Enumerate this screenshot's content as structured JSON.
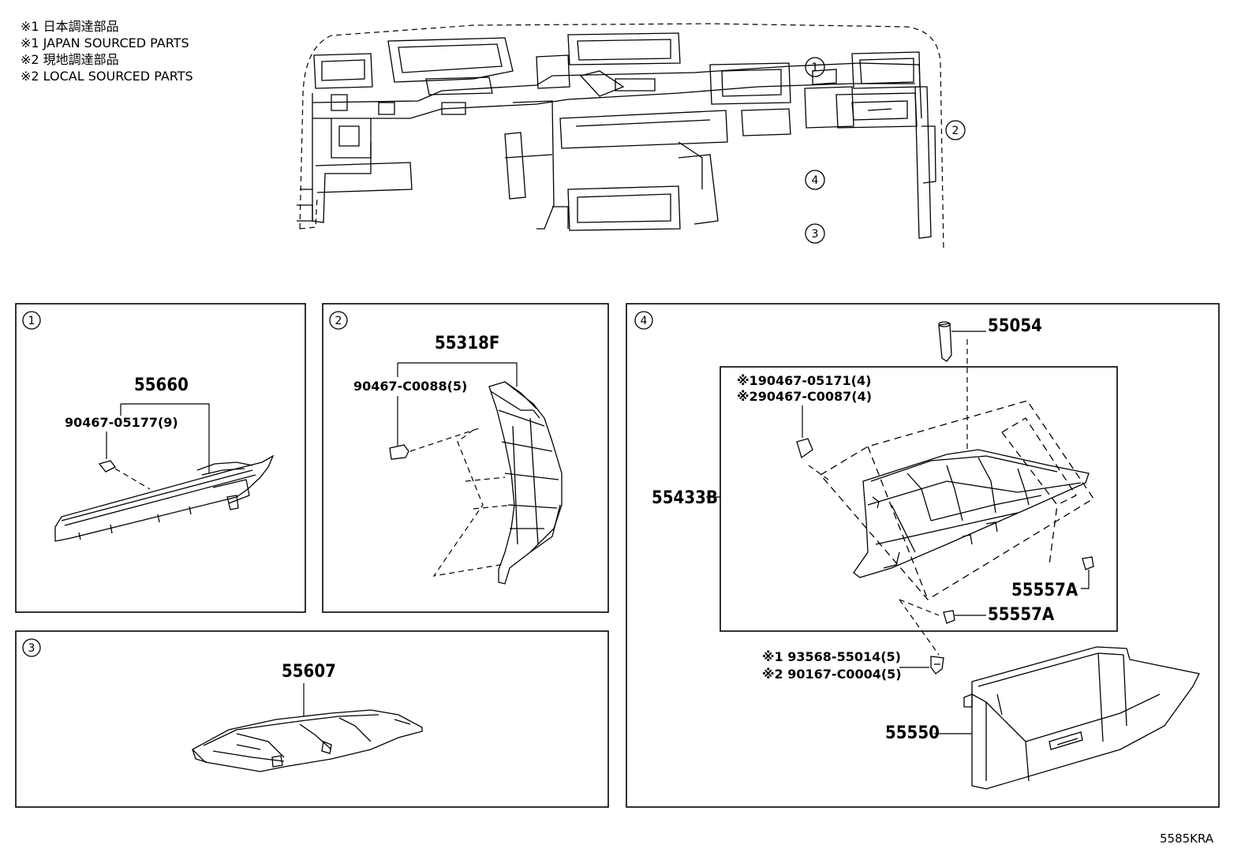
{
  "notes": [
    "※1 日本調達部品",
    "※1 JAPAN SOURCED PARTS",
    "※2 現地調達部品",
    "※2 LOCAL SOURCED PARTS"
  ],
  "callouts": {
    "c1": "1",
    "c2": "2",
    "c3": "3",
    "c4": "4"
  },
  "panel1": {
    "index": "1",
    "part_main": "55660",
    "part_clip": "90467-05177(9)"
  },
  "panel2": {
    "index": "2",
    "part_main": "55318F",
    "part_clip": "90467-C0088(5)"
  },
  "panel3": {
    "index": "3",
    "part_main": "55607"
  },
  "panel4": {
    "index": "4",
    "part_pin": "55054",
    "clip_jp": "※190467-05171(4)",
    "clip_local": "※290467-C0087(4)",
    "part_box": "55433B",
    "stop_a1": "55557A",
    "stop_a2": "55557A",
    "screw_jp": "※1 93568-55014(5)",
    "screw_local": "※2 90167-C0004(5)",
    "part_door": "55550"
  },
  "diagram_code": "5585KRA"
}
